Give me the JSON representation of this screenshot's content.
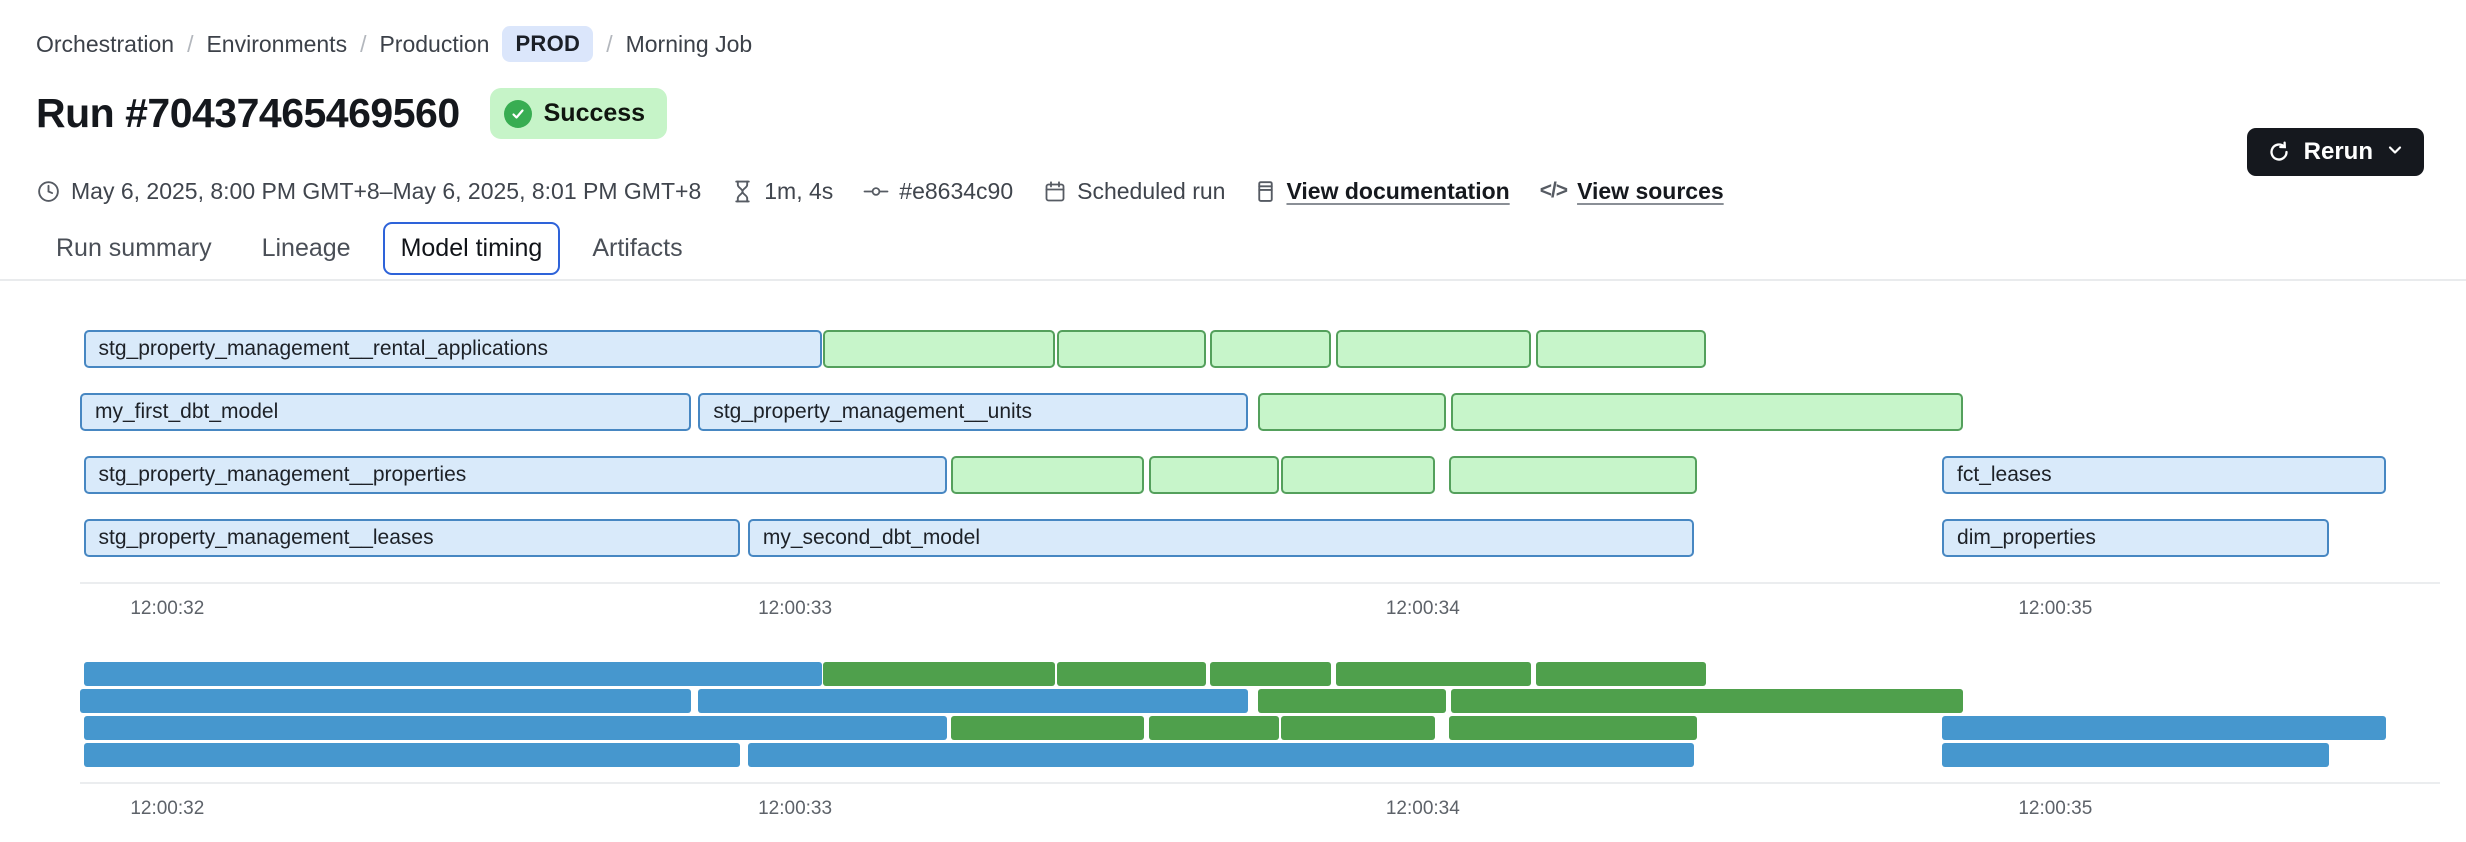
{
  "breadcrumb": {
    "item1": "Orchestration",
    "item2": "Environments",
    "item3": "Production",
    "badge": "PROD",
    "item4": "Morning Job",
    "separator": "/"
  },
  "header": {
    "title": "Run #70437465469560",
    "status": "Success",
    "rerun_label": "Rerun"
  },
  "meta": {
    "date_range": "May 6, 2025, 8:00 PM GMT+8–May 6, 2025, 8:01 PM GMT+8",
    "duration": "1m, 4s",
    "commit": "#e8634c90",
    "trigger": "Scheduled run",
    "docs_link": "View documentation",
    "sources_link": "View sources",
    "code_icon_glyph": "</>"
  },
  "tabs": [
    {
      "label": "Run summary",
      "active": false
    },
    {
      "label": "Lineage",
      "active": false
    },
    {
      "label": "Model timing",
      "active": true
    },
    {
      "label": "Artifacts",
      "active": false
    }
  ],
  "chart_data": {
    "type": "gantt",
    "title": "Model timing",
    "time_unit": "seconds after 12:00:00",
    "x_ticks": [
      {
        "label": "12:00:32",
        "pos_pct": 3.7
      },
      {
        "label": "12:00:33",
        "pos_pct": 30.3
      },
      {
        "label": "12:00:34",
        "pos_pct": 56.9
      },
      {
        "label": "12:00:35",
        "pos_pct": 83.7
      }
    ],
    "rows": [
      {
        "bars": [
          {
            "label": "stg_property_management__rental_applications",
            "color": "blue",
            "left_pct": 0.15,
            "width_pct": 31.3,
            "start_s": 31.85,
            "end_s": 33.05
          },
          {
            "label": "",
            "color": "green",
            "left_pct": 31.5,
            "width_pct": 9.8,
            "start_s": 33.05,
            "end_s": 33.4
          },
          {
            "label": "",
            "color": "green",
            "left_pct": 41.4,
            "width_pct": 6.3,
            "start_s": 33.4,
            "end_s": 33.65
          },
          {
            "label": "",
            "color": "green",
            "left_pct": 47.9,
            "width_pct": 5.1,
            "start_s": 33.65,
            "end_s": 33.85
          },
          {
            "label": "",
            "color": "green",
            "left_pct": 53.2,
            "width_pct": 8.3,
            "start_s": 33.85,
            "end_s": 34.15
          },
          {
            "label": "",
            "color": "green",
            "left_pct": 61.7,
            "width_pct": 7.2,
            "start_s": 34.2,
            "end_s": 34.45
          }
        ]
      },
      {
        "bars": [
          {
            "label": "my_first_dbt_model",
            "color": "blue",
            "left_pct": 0,
            "width_pct": 25.9,
            "start_s": 31.85,
            "end_s": 32.85
          },
          {
            "label": "stg_property_management__units",
            "color": "blue",
            "left_pct": 26.2,
            "width_pct": 23.3,
            "start_s": 32.85,
            "end_s": 33.7
          },
          {
            "label": "",
            "color": "green",
            "left_pct": 49.9,
            "width_pct": 8.0,
            "start_s": 33.75,
            "end_s": 34.05
          },
          {
            "label": "",
            "color": "green",
            "left_pct": 58.1,
            "width_pct": 21.7,
            "start_s": 34.05,
            "end_s": 34.85
          }
        ]
      },
      {
        "bars": [
          {
            "label": "stg_property_management__properties",
            "color": "blue",
            "left_pct": 0.15,
            "width_pct": 36.6,
            "start_s": 31.85,
            "end_s": 33.25
          },
          {
            "label": "",
            "color": "green",
            "left_pct": 36.9,
            "width_pct": 8.2,
            "start_s": 33.25,
            "end_s": 33.55
          },
          {
            "label": "",
            "color": "green",
            "left_pct": 45.3,
            "width_pct": 5.5,
            "start_s": 33.55,
            "end_s": 33.75
          },
          {
            "label": "",
            "color": "green",
            "left_pct": 50.9,
            "width_pct": 6.5,
            "start_s": 33.8,
            "end_s": 34.0
          },
          {
            "label": "",
            "color": "green",
            "left_pct": 58.0,
            "width_pct": 10.5,
            "start_s": 34.05,
            "end_s": 34.45
          },
          {
            "label": "fct_leases",
            "color": "blue",
            "left_pct": 78.9,
            "width_pct": 18.8,
            "start_s": 34.85,
            "end_s": 35.55
          }
        ]
      },
      {
        "bars": [
          {
            "label": "stg_property_management__leases",
            "color": "blue",
            "left_pct": 0.15,
            "width_pct": 27.8,
            "start_s": 31.85,
            "end_s": 32.9
          },
          {
            "label": "my_second_dbt_model",
            "color": "blue",
            "left_pct": 28.3,
            "width_pct": 40.1,
            "start_s": 32.9,
            "end_s": 34.45
          },
          {
            "label": "dim_properties",
            "color": "blue",
            "left_pct": 78.9,
            "width_pct": 16.4,
            "start_s": 34.8,
            "end_s": 35.45
          }
        ]
      }
    ],
    "colors": {
      "model_fill": "#d9eafa",
      "model_border": "#4787c2",
      "test_fill": "#c7f5ca",
      "test_border": "#54a05c",
      "minimap_model": "#4697ce",
      "minimap_test": "#4fa04c",
      "status_badge_bg": "#c6f4c8",
      "status_check": "#38ad52",
      "env_badge_bg": "#dbe6fb",
      "active_tab_border": "#2e63d9",
      "rerun_bg": "#15181e"
    },
    "legend_position": "none",
    "grid": false
  }
}
